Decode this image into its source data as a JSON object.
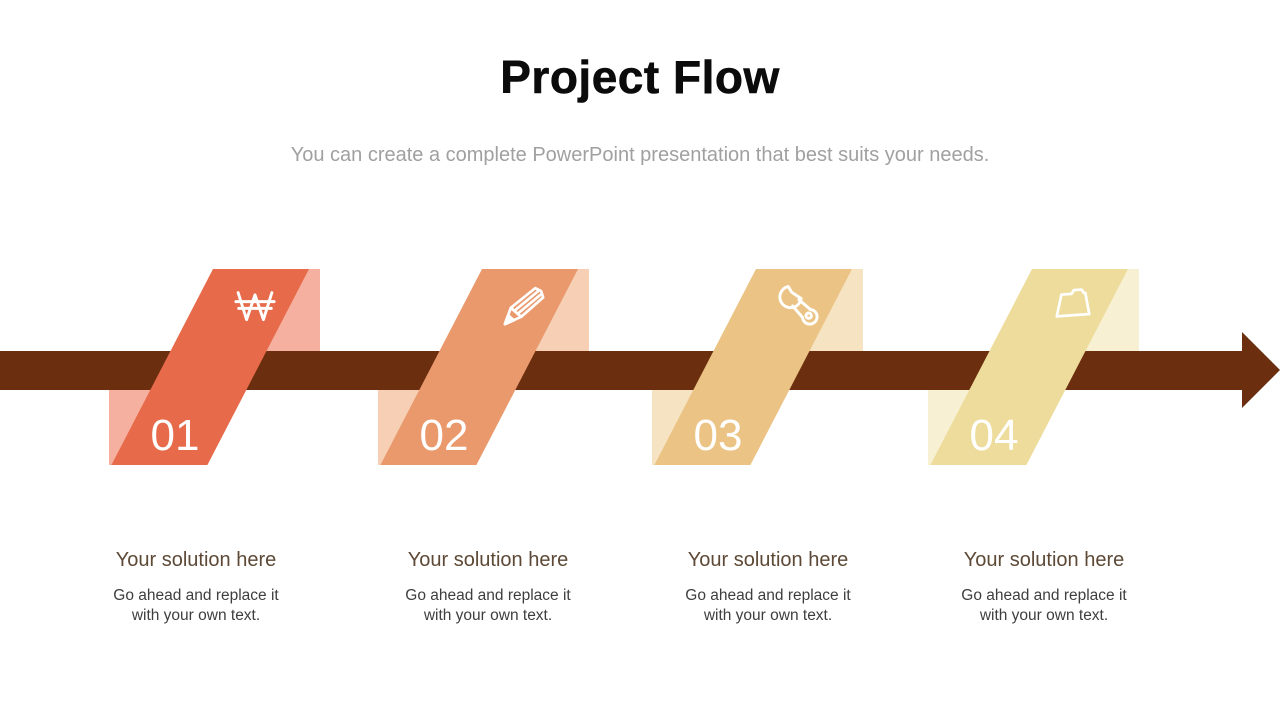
{
  "header": {
    "title": "Project Flow",
    "subtitle": "You can create a complete PowerPoint presentation that best suits your needs."
  },
  "arrow": {
    "color": "#6B2E0F",
    "direction": "right"
  },
  "steps": [
    {
      "number": "01",
      "icon": "won-sign-icon",
      "heading": "Your solution here",
      "body": "Go ahead and replace it with your own text.",
      "band_color": "#E76B4B",
      "tint_color": "#F5B09F"
    },
    {
      "number": "02",
      "icon": "pencil-icon",
      "heading": "Your solution here",
      "body": "Go ahead and replace it with your own text.",
      "band_color": "#E9996C",
      "tint_color": "#F6CFB5"
    },
    {
      "number": "03",
      "icon": "wrench-icon",
      "heading": "Your solution here",
      "body": "Go ahead and replace it with your own text.",
      "band_color": "#EBC384",
      "tint_color": "#F6E3C2"
    },
    {
      "number": "04",
      "icon": "folder-icon",
      "heading": "Your solution here",
      "body": "Go ahead and replace it with your own text.",
      "band_color": "#EDDC9B",
      "tint_color": "#F8F0D2"
    }
  ]
}
